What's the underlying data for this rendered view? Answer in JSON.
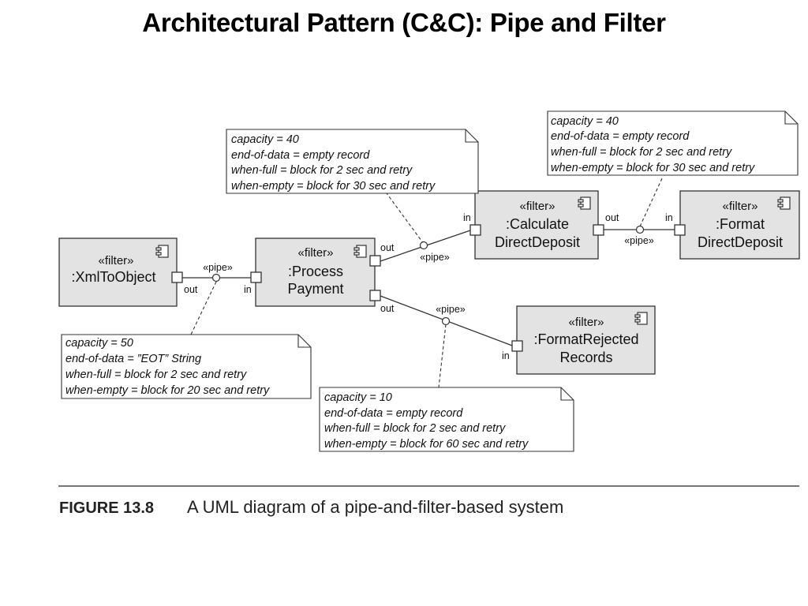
{
  "slide": {
    "title": "Architectural Pattern (C&C): Pipe and Filter"
  },
  "components": [
    {
      "id": "xml",
      "stereotype": "«filter»",
      "name": ":XmlToObject"
    },
    {
      "id": "process",
      "stereotype": "«filter»",
      "name": ":Process",
      "name2": "Payment"
    },
    {
      "id": "calc",
      "stereotype": "«filter»",
      "name": ":Calculate",
      "name2": "DirectDeposit"
    },
    {
      "id": "format",
      "stereotype": "«filter»",
      "name": ":Format",
      "name2": "DirectDeposit"
    },
    {
      "id": "rejected",
      "stereotype": "«filter»",
      "name": ":FormatRejected",
      "name2": "Records"
    }
  ],
  "ports": {
    "out": "out",
    "in": "in"
  },
  "pipe_label": "«pipe»",
  "notes": [
    {
      "id": "note-xml-process",
      "lines": [
        "capacity = 50",
        "end-of-data = ”EOT” String",
        "when-full = block for 2 sec and retry",
        "when-empty = block for 20 sec and retry"
      ]
    },
    {
      "id": "note-process-calc",
      "lines": [
        "capacity = 40",
        "end-of-data = empty record",
        "when-full = block for 2 sec and retry",
        "when-empty = block for 30 sec and retry"
      ]
    },
    {
      "id": "note-calc-format",
      "lines": [
        "capacity = 40",
        "end-of-data = empty record",
        "when-full = block for 2 sec and retry",
        "when-empty = block for 30 sec and retry"
      ]
    },
    {
      "id": "note-process-rejected",
      "lines": [
        "capacity = 10",
        "end-of-data = empty record",
        "when-full = block for 2 sec and retry",
        "when-empty = block for 60 sec and retry"
      ]
    }
  ],
  "caption": {
    "label": "FIGURE 13.8",
    "text": "A UML diagram of a pipe-and-filter-based system"
  },
  "colors": {
    "component_fill": "#e3e3e3",
    "stroke": "#333333"
  }
}
